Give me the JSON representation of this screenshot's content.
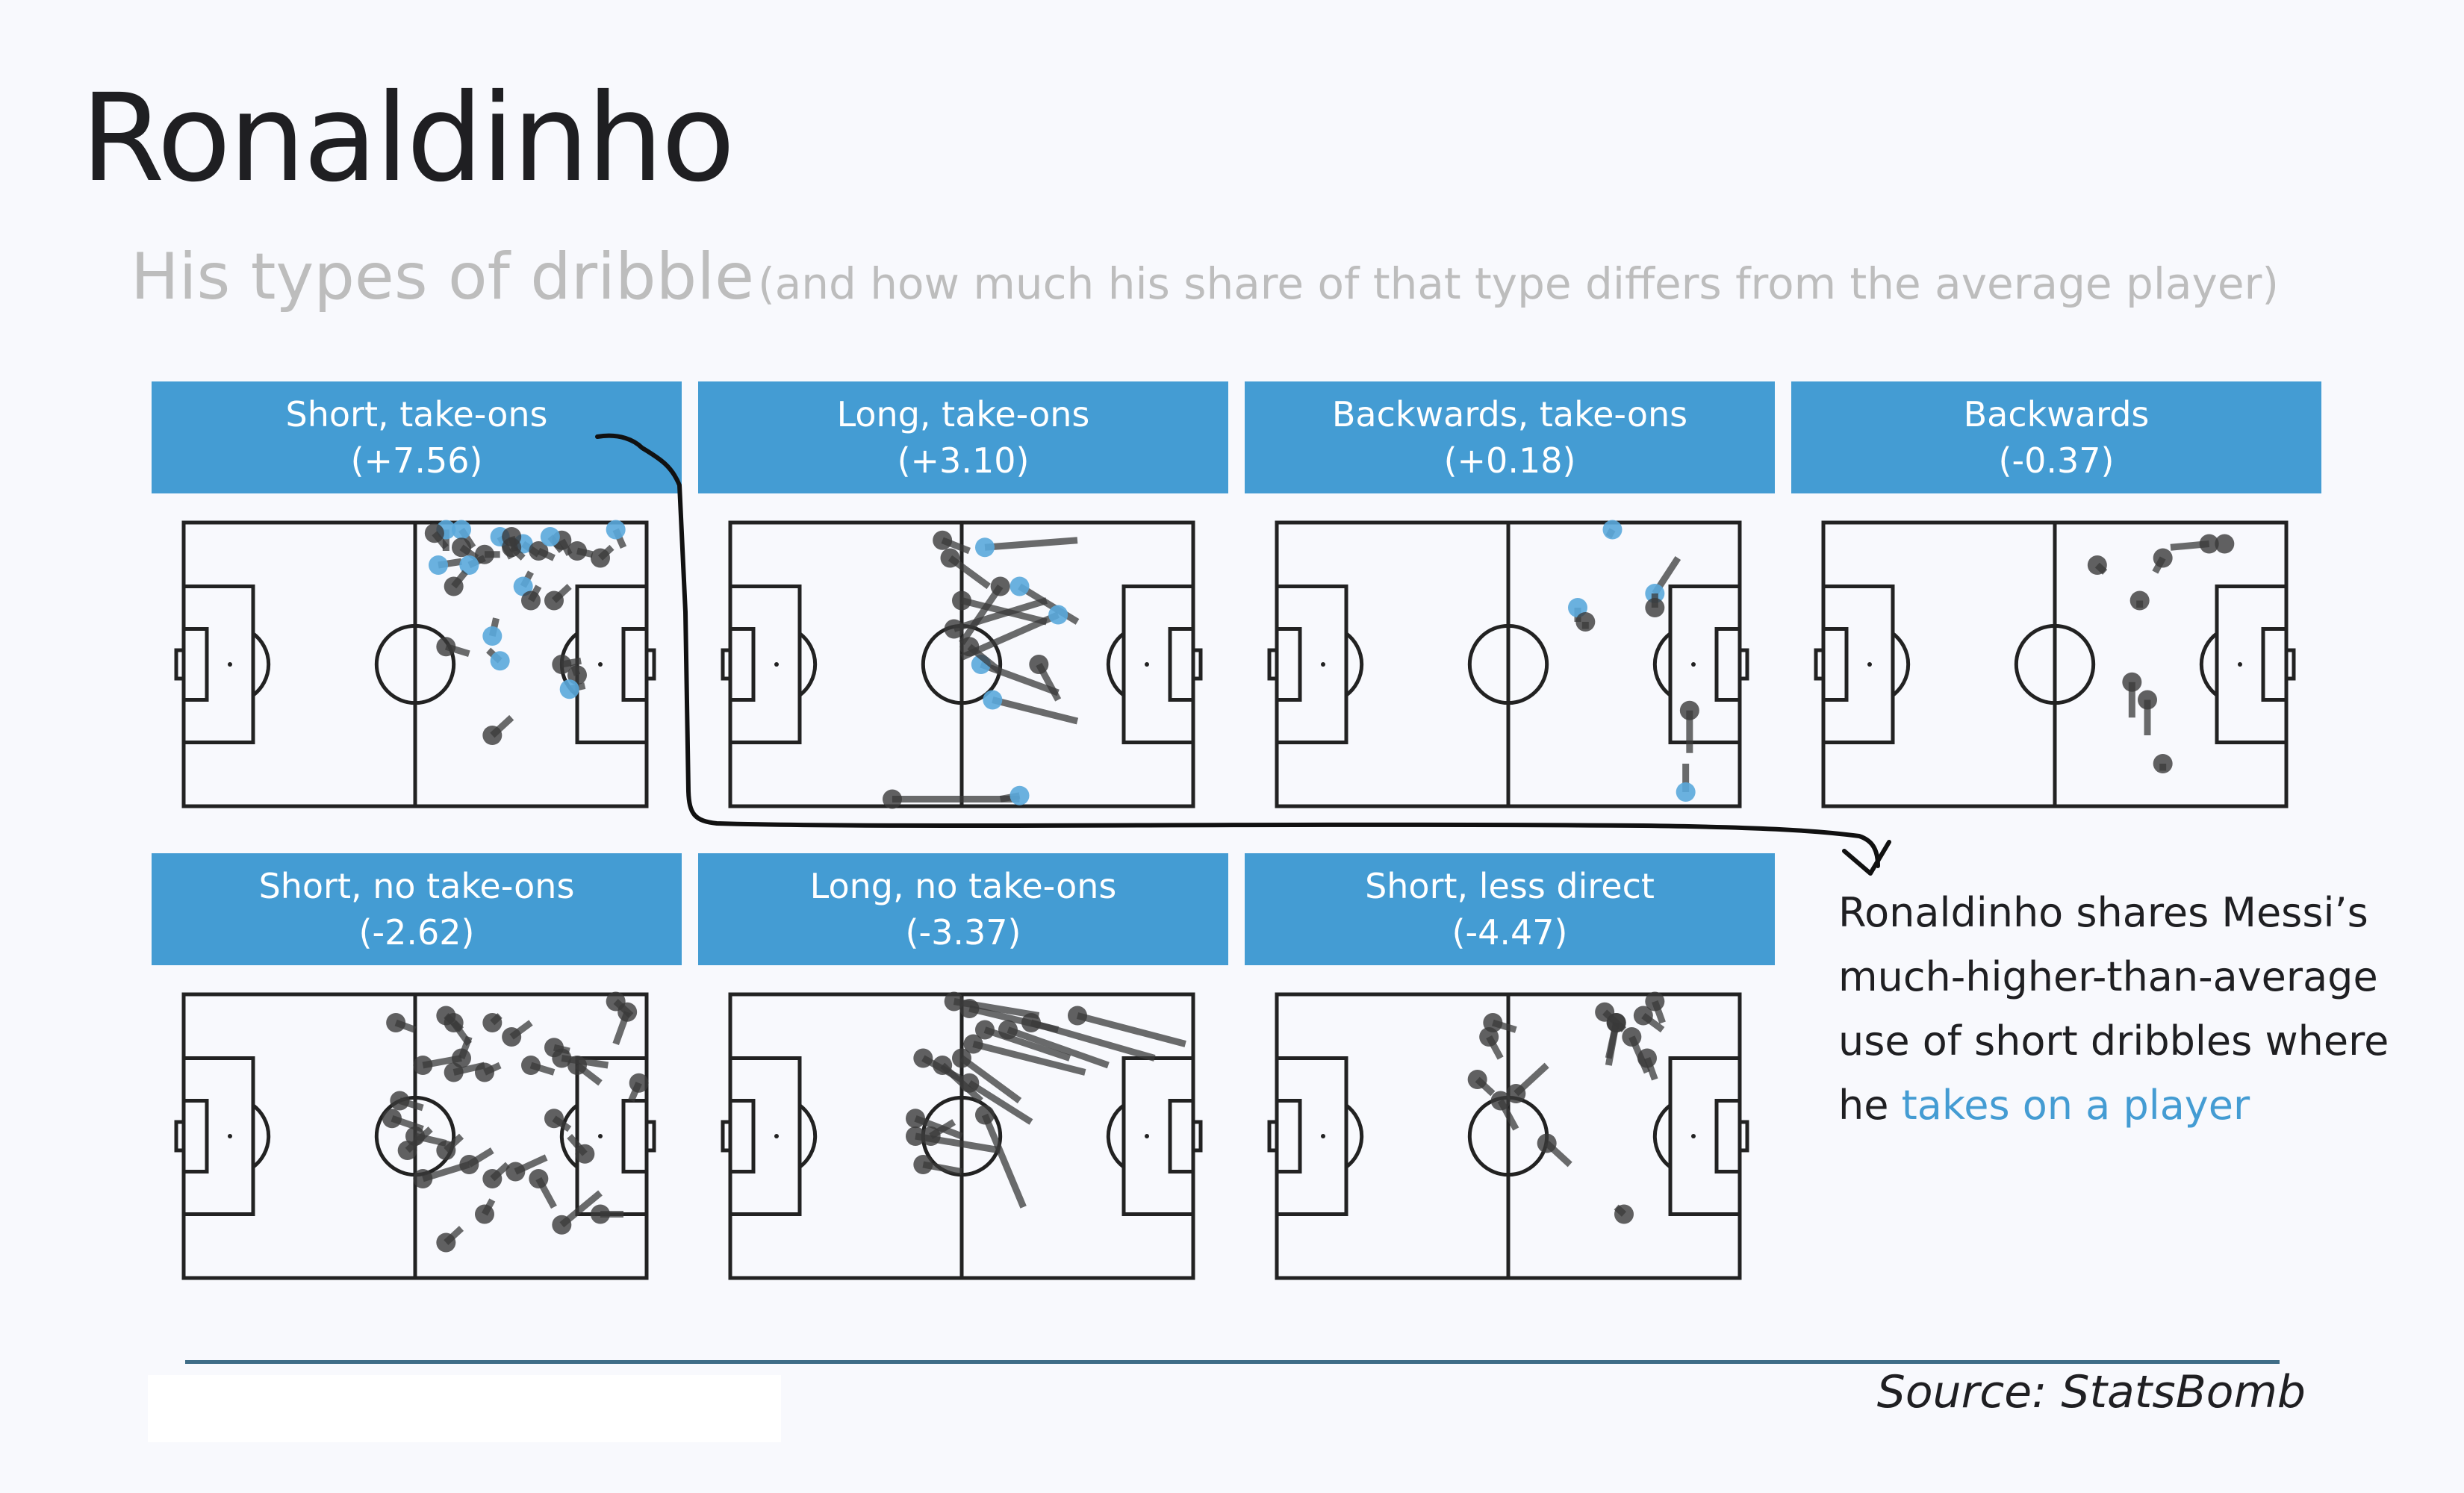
{
  "title": "Ronaldinho",
  "subtitle": {
    "main": "His types of dribble",
    "note": "(and how much his share of that type differs from the average player)"
  },
  "colors": {
    "header_bg": "#449cd3",
    "take_on_marker": "#5aa8dc",
    "other_marker": "#3a3a3a",
    "pitch_lines": "#222222",
    "rule": "#3f6d87"
  },
  "chart_data": {
    "type": "scatter",
    "description_units": "pitch coordinates, x 0-120 (left to right, attacking right), y 0-80",
    "panels": [
      {
        "label": "Short, take-ons",
        "diff": "(+7.56)",
        "dribbles": [
          [
            68,
            78,
            68,
            72,
            1
          ],
          [
            72,
            78,
            75,
            73,
            1
          ],
          [
            82,
            76,
            85,
            70,
            1
          ],
          [
            88,
            74,
            92,
            71,
            1
          ],
          [
            65,
            77,
            68,
            73,
            0
          ],
          [
            72,
            73,
            76,
            70,
            0
          ],
          [
            78,
            71,
            82,
            71,
            0
          ],
          [
            85,
            73,
            88,
            70,
            0
          ],
          [
            92,
            72,
            96,
            70,
            0
          ],
          [
            98,
            75,
            100,
            71,
            0
          ],
          [
            102,
            72,
            106,
            71,
            0
          ],
          [
            108,
            70,
            111,
            73,
            0
          ],
          [
            112,
            78,
            114,
            73,
            1
          ],
          [
            66,
            68,
            72,
            69,
            1
          ],
          [
            74,
            68,
            78,
            70,
            1
          ],
          [
            70,
            62,
            73,
            66,
            0
          ],
          [
            88,
            62,
            90,
            66,
            1
          ],
          [
            90,
            58,
            92,
            62,
            0
          ],
          [
            96,
            58,
            100,
            62,
            0
          ],
          [
            80,
            48,
            81,
            53,
            1
          ],
          [
            68,
            45,
            74,
            43,
            0
          ],
          [
            82,
            41,
            79,
            44,
            1
          ],
          [
            98,
            40,
            103,
            41,
            0
          ],
          [
            102,
            37,
            101,
            40,
            0
          ],
          [
            100,
            33,
            104,
            34,
            1
          ],
          [
            80,
            20,
            85,
            25,
            0
          ],
          [
            85,
            76,
            86,
            72,
            0
          ],
          [
            95,
            76,
            98,
            72,
            1
          ]
        ]
      },
      {
        "label": "Long, take-ons",
        "diff": "(+3.10)",
        "dribbles": [
          [
            55,
            75,
            62,
            72,
            0
          ],
          [
            66,
            73,
            90,
            75,
            1
          ],
          [
            57,
            70,
            67,
            62,
            0
          ],
          [
            75,
            62,
            90,
            52,
            1
          ],
          [
            85,
            54,
            60,
            42,
            1
          ],
          [
            70,
            62,
            60,
            46,
            0
          ],
          [
            58,
            50,
            82,
            58,
            0
          ],
          [
            60,
            58,
            82,
            52,
            0
          ],
          [
            65,
            40,
            85,
            32,
            1
          ],
          [
            68,
            30,
            90,
            24,
            1
          ],
          [
            42,
            2,
            75,
            2,
            0
          ],
          [
            75,
            3,
            70,
            2,
            1
          ],
          [
            62,
            45,
            70,
            38,
            0
          ],
          [
            80,
            40,
            85,
            30,
            0
          ]
        ]
      },
      {
        "label": "Backwards, take-ons",
        "diff": "(+0.18)",
        "dribbles": [
          [
            87,
            78,
            86,
            76,
            1
          ],
          [
            78,
            56,
            78,
            52,
            1
          ],
          [
            80,
            52,
            80,
            50,
            0
          ],
          [
            98,
            60,
            104,
            70,
            1
          ],
          [
            98,
            56,
            98,
            60,
            0
          ],
          [
            107,
            27,
            107,
            15,
            0
          ],
          [
            106,
            4,
            106,
            12,
            1
          ]
        ]
      },
      {
        "label": "Backwards",
        "diff": "(-0.37)",
        "dribbles": [
          [
            71,
            68,
            73,
            66,
            0
          ],
          [
            82,
            58,
            82,
            56,
            0
          ],
          [
            88,
            70,
            86,
            66,
            0
          ],
          [
            100,
            74,
            90,
            73,
            0
          ],
          [
            104,
            74,
            104,
            74,
            0
          ],
          [
            80,
            35,
            80,
            25,
            0
          ],
          [
            84,
            30,
            84,
            20,
            0
          ],
          [
            88,
            12,
            88,
            10,
            0
          ]
        ]
      },
      {
        "label": "Short, no take-ons",
        "diff": "(-2.62)",
        "dribbles": [
          [
            55,
            72,
            60,
            70,
            0
          ],
          [
            68,
            74,
            72,
            70,
            0
          ],
          [
            70,
            72,
            74,
            66,
            0
          ],
          [
            62,
            60,
            72,
            62,
            0
          ],
          [
            70,
            58,
            78,
            60,
            0
          ],
          [
            72,
            62,
            74,
            68,
            0
          ],
          [
            78,
            58,
            82,
            60,
            0
          ],
          [
            80,
            72,
            82,
            74,
            0
          ],
          [
            85,
            68,
            90,
            72,
            0
          ],
          [
            90,
            60,
            96,
            58,
            0
          ],
          [
            96,
            65,
            100,
            64,
            0
          ],
          [
            98,
            62,
            110,
            60,
            0
          ],
          [
            102,
            60,
            108,
            55,
            0
          ],
          [
            112,
            78,
            116,
            74,
            0
          ],
          [
            115,
            75,
            112,
            66,
            0
          ],
          [
            118,
            55,
            116,
            50,
            0
          ],
          [
            56,
            50,
            62,
            48,
            0
          ],
          [
            54,
            45,
            62,
            42,
            0
          ],
          [
            60,
            40,
            68,
            38,
            0
          ],
          [
            68,
            36,
            72,
            40,
            0
          ],
          [
            74,
            32,
            80,
            36,
            0
          ],
          [
            80,
            28,
            84,
            32,
            0
          ],
          [
            86,
            30,
            94,
            34,
            0
          ],
          [
            96,
            45,
            100,
            42,
            0
          ],
          [
            104,
            35,
            100,
            40,
            0
          ],
          [
            108,
            18,
            114,
            18,
            0
          ],
          [
            68,
            10,
            72,
            14,
            0
          ],
          [
            78,
            18,
            80,
            22,
            0
          ],
          [
            62,
            28,
            74,
            32,
            0
          ],
          [
            58,
            36,
            64,
            42,
            0
          ],
          [
            92,
            28,
            96,
            20,
            0
          ],
          [
            98,
            15,
            108,
            24,
            0
          ]
        ]
      },
      {
        "label": "Long, no take-ons",
        "diff": "(-3.37)",
        "dribbles": [
          [
            58,
            78,
            80,
            74,
            0
          ],
          [
            62,
            76,
            85,
            70,
            0
          ],
          [
            66,
            70,
            88,
            62,
            0
          ],
          [
            63,
            66,
            92,
            58,
            0
          ],
          [
            60,
            62,
            75,
            50,
            0
          ],
          [
            72,
            70,
            98,
            60,
            0
          ],
          [
            78,
            72,
            110,
            62,
            0
          ],
          [
            90,
            74,
            118,
            66,
            0
          ],
          [
            50,
            62,
            60,
            56,
            0
          ],
          [
            55,
            60,
            65,
            50,
            0
          ],
          [
            48,
            45,
            60,
            40,
            0
          ],
          [
            48,
            40,
            70,
            36,
            0
          ],
          [
            50,
            32,
            60,
            30,
            0
          ],
          [
            66,
            46,
            76,
            20,
            0
          ],
          [
            62,
            55,
            78,
            44,
            0
          ],
          [
            52,
            40,
            58,
            44,
            0
          ]
        ]
      },
      {
        "label": "Short, less direct",
        "diff": "(-4.47)",
        "dribbles": [
          [
            85,
            75,
            90,
            70,
            0
          ],
          [
            88,
            72,
            86,
            62,
            0
          ],
          [
            95,
            74,
            100,
            70,
            0
          ],
          [
            92,
            68,
            96,
            58,
            0
          ],
          [
            98,
            78,
            100,
            72,
            0
          ],
          [
            56,
            72,
            62,
            70,
            0
          ],
          [
            55,
            68,
            58,
            62,
            0
          ],
          [
            62,
            52,
            70,
            60,
            0
          ],
          [
            58,
            50,
            62,
            42,
            0
          ],
          [
            70,
            38,
            76,
            32,
            0
          ],
          [
            96,
            62,
            98,
            56,
            0
          ],
          [
            88,
            72,
            86,
            60,
            0
          ],
          [
            90,
            18,
            88,
            20,
            0
          ],
          [
            52,
            56,
            56,
            52,
            0
          ]
        ]
      }
    ]
  },
  "annotation": {
    "lines": [
      "Ronaldinho shares Messi’s",
      "much-higher-than-average",
      "use of short dribbles where"
    ],
    "last_prefix": "he ",
    "last_highlight": "takes on a player"
  },
  "source": "Source: StatsBomb"
}
